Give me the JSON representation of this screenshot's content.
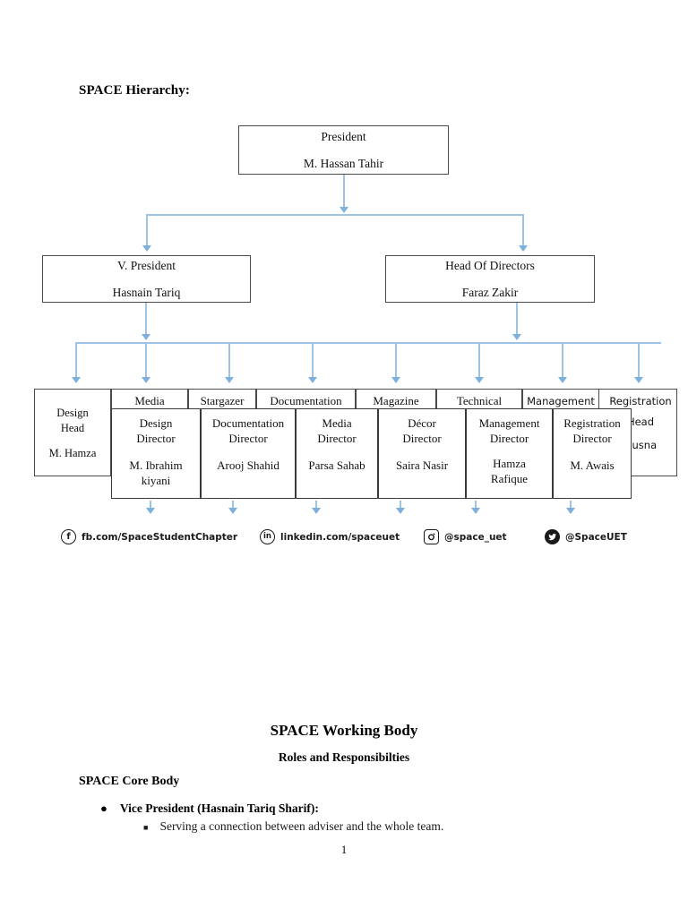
{
  "document": {
    "hierarchy_title": "SPACE Hierarchy:",
    "page_number": "1"
  },
  "org_chart": {
    "president": {
      "role": "President",
      "person": "M. Hassan Tahir"
    },
    "level2": [
      {
        "role": "V. President",
        "person": "Hasnain Tariq"
      },
      {
        "role": "Head Of Directors",
        "person": "Faraz Zakir"
      }
    ],
    "heads": [
      {
        "label": "Design",
        "label2": "Head",
        "person": "M. Hamza"
      },
      {
        "label": "Media"
      },
      {
        "label": "Stargazer"
      },
      {
        "label": "Documentation"
      },
      {
        "label": "Magazine"
      },
      {
        "label": "Technical"
      },
      {
        "label": "Management"
      },
      {
        "label": "Registration",
        "label2": "Head",
        "person": "Husna"
      }
    ],
    "directors": [
      {
        "role1": "Design",
        "role2": "Director",
        "person": "M. Ibrahim kiyani"
      },
      {
        "role1": "Documentation",
        "role2": "Director",
        "person": "Arooj Shahid"
      },
      {
        "role1": "Media",
        "role2": "Director",
        "person": "Parsa Sahab"
      },
      {
        "role1": "Décor",
        "role2": "Director",
        "person": "Saira Nasir"
      },
      {
        "role1": "Management",
        "role2": "Director",
        "person": "Hamza Rafique"
      },
      {
        "role1": "Registration",
        "role2": "Director",
        "person": "M. Awais"
      }
    ],
    "connector_color": "#9dc3e6",
    "arrow_color": "#7eb0de",
    "box_border_color": "#4a4a4a"
  },
  "social_links": [
    {
      "icon": "facebook-icon",
      "glyph": "f",
      "text": "fb.com/SpaceStudentChapter"
    },
    {
      "icon": "linkedin-icon",
      "glyph": "in",
      "text": "linkedin.com/spaceuet"
    },
    {
      "icon": "instagram-icon",
      "glyph": "",
      "text": "@space_uet"
    },
    {
      "icon": "twitter-icon",
      "glyph": "",
      "text": "@SpaceUET"
    }
  ],
  "working_body": {
    "title": "SPACE Working Body",
    "subtitle": "Roles and Responsibilties",
    "section_heading": "SPACE Core Body",
    "bullets": [
      {
        "label": "Vice President (Hasnain Tariq Sharif):",
        "sub": [
          "Serving a connection between adviser and the whole team."
        ]
      }
    ]
  }
}
